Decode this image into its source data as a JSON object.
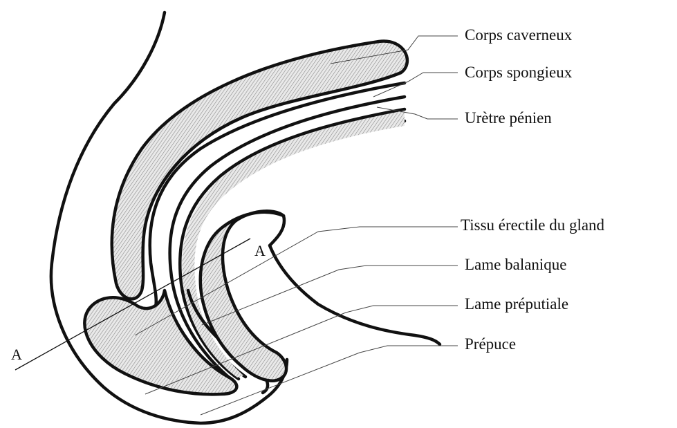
{
  "labels": {
    "corps_caverneux": "Corps caverneux",
    "corps_spongieux": "Corps spongieux",
    "uretre_penien": "Urètre pénien",
    "tissu_erectile": "Tissu érectile du gland",
    "lame_balanique": "Lame balanique",
    "lame_preputiale": "Lame préputiale",
    "prepuce": "Prépuce"
  },
  "section_line": {
    "start_label": "A",
    "end_label": "A"
  },
  "colors": {
    "stroke": "#111111",
    "hatch": "#6f6f6f",
    "background": "#ffffff"
  }
}
